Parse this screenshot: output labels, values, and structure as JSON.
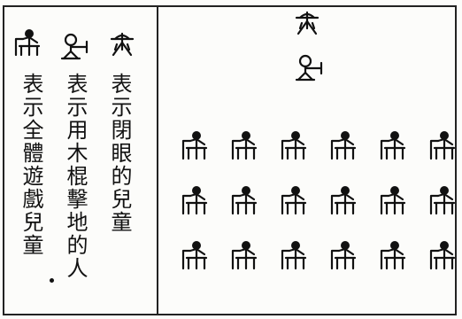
{
  "legend": {
    "closed_eyes_child": "表示閉眼的兒童",
    "stick_hitter": "表示用木棍擊地的人",
    "all_children": "表示全體遊戲兒童"
  },
  "icons": {
    "closed_eyes_child": "closed-eyes-child-icon",
    "stick_hitter": "stick-hitter-icon",
    "playing_child": "playing-child-icon"
  },
  "diagram": {
    "rows": 3,
    "columns": 6
  }
}
